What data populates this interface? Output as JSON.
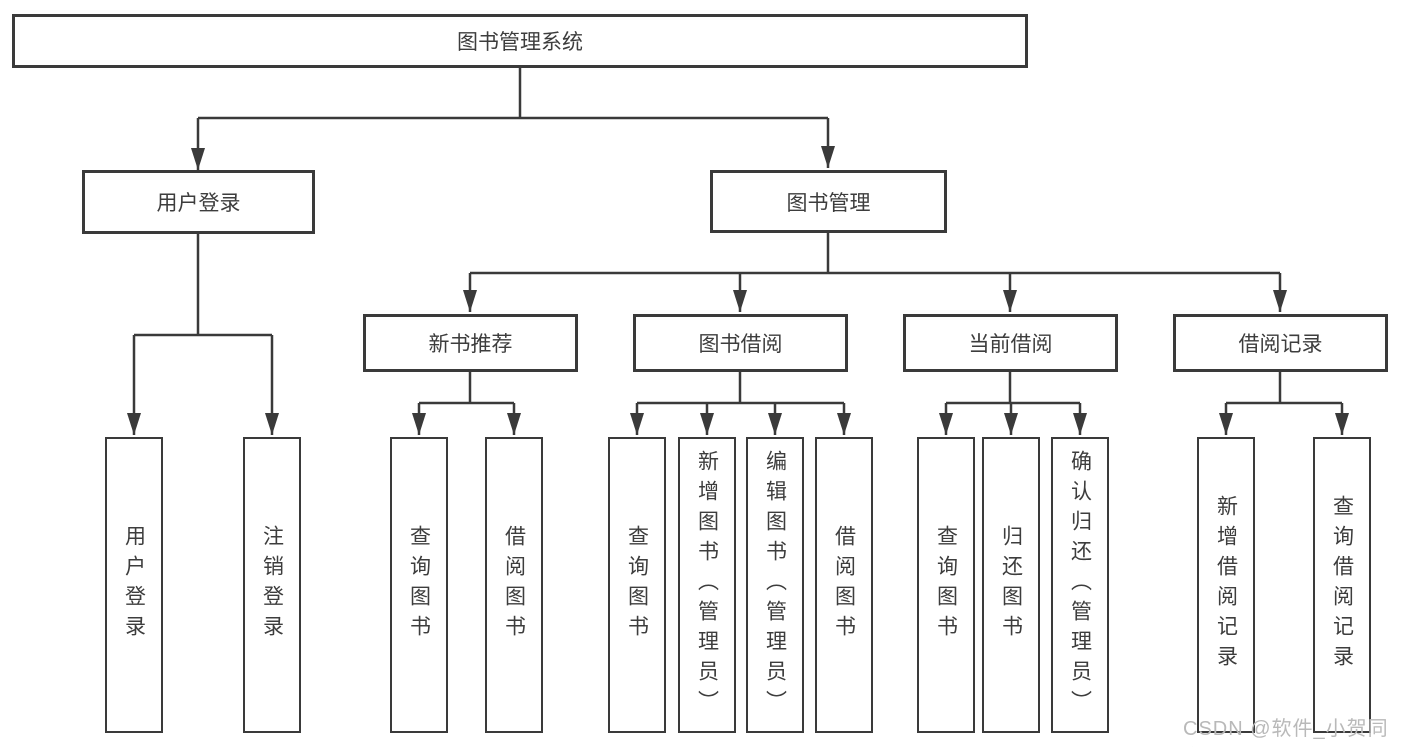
{
  "root": {
    "label": "图书管理系统"
  },
  "branches": [
    {
      "label": "用户登录",
      "children": [
        "用户登录",
        "注销登录"
      ]
    },
    {
      "label": "图书管理",
      "sections": [
        {
          "label": "新书推荐",
          "children": [
            "查询图书",
            "借阅图书"
          ]
        },
        {
          "label": "图书借阅",
          "children": [
            "查询图书",
            "新增图书（管理员）",
            "编辑图书（管理员）",
            "借阅图书"
          ]
        },
        {
          "label": "当前借阅",
          "children": [
            "查询图书",
            "归还图书",
            "确认归还（管理员）"
          ]
        },
        {
          "label": "借阅记录",
          "children": [
            "新增借阅记录",
            "查询借阅记录"
          ]
        }
      ]
    }
  ],
  "watermark": "CSDN @软件_小贺同学",
  "colors": {
    "line": "#3a3a3a",
    "box_border": "#3a3a3a",
    "text": "#3d3d3d",
    "box_background": "#ffffff",
    "page_background": "#ffffff",
    "watermark": "#b9b9b9"
  }
}
